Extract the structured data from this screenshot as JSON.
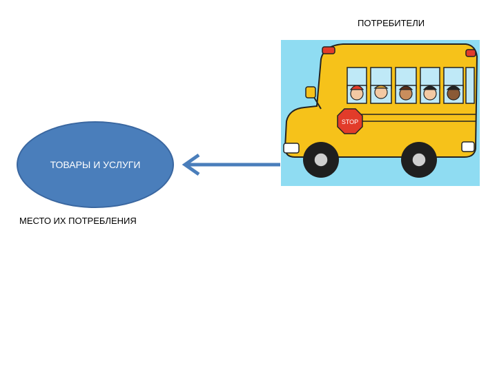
{
  "consumers_label": "ПОТРЕБИТЕЛИ",
  "goods_label": "ТОВАРЫ И УСЛУГИ",
  "place_label": "МЕСТО ИХ ПОТРЕБЛЕНИЯ",
  "bus_sign": "STOP",
  "colors": {
    "ellipse_fill": "#4a7ebb",
    "arrow": "#4a7ebb",
    "bus_body": "#f6c21a",
    "sky": "#8fdcf2"
  }
}
